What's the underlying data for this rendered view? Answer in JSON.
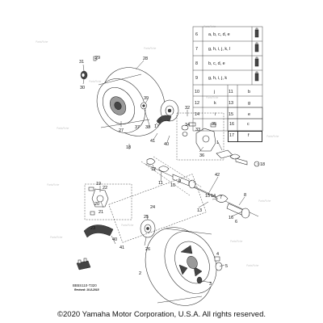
{
  "diagram": {
    "callouts": [
      {
        "id": "c29",
        "label": "29"
      },
      {
        "id": "c31",
        "label": "31"
      },
      {
        "id": "c30",
        "label": "30"
      },
      {
        "id": "c28",
        "label": "28"
      },
      {
        "id": "c27",
        "label": "27"
      },
      {
        "id": "c39",
        "label": "39"
      },
      {
        "id": "c37",
        "label": "37"
      },
      {
        "id": "c38",
        "label": "38"
      },
      {
        "id": "c17",
        "label": "17"
      },
      {
        "id": "c32",
        "label": "32"
      },
      {
        "id": "c34",
        "label": "34"
      },
      {
        "id": "c33",
        "label": "33"
      },
      {
        "id": "c35",
        "label": "35"
      },
      {
        "id": "c41a",
        "label": "41"
      },
      {
        "id": "c40a",
        "label": "40"
      },
      {
        "id": "c36",
        "label": "36"
      },
      {
        "id": "c1",
        "label": "1"
      },
      {
        "id": "c18a",
        "label": "18"
      },
      {
        "id": "c18b",
        "label": "18"
      },
      {
        "id": "c12",
        "label": "12"
      },
      {
        "id": "c11",
        "label": "11"
      },
      {
        "id": "c10",
        "label": "10"
      },
      {
        "id": "c9",
        "label": "9"
      },
      {
        "id": "c42",
        "label": "42"
      },
      {
        "id": "c16",
        "label": "16"
      },
      {
        "id": "c8",
        "label": "8"
      },
      {
        "id": "c19",
        "label": "19"
      },
      {
        "id": "c22",
        "label": "22"
      },
      {
        "id": "c20",
        "label": "20"
      },
      {
        "id": "c21",
        "label": "21"
      },
      {
        "id": "c13",
        "label": "13"
      },
      {
        "id": "c15",
        "label": "15"
      },
      {
        "id": "c14",
        "label": "14"
      },
      {
        "id": "c7",
        "label": "7"
      },
      {
        "id": "c6",
        "label": "6"
      },
      {
        "id": "c24",
        "label": "24"
      },
      {
        "id": "c25",
        "label": "25"
      },
      {
        "id": "c23",
        "label": "23"
      },
      {
        "id": "c40b",
        "label": "40"
      },
      {
        "id": "c41b",
        "label": "41"
      },
      {
        "id": "c26",
        "label": "26"
      },
      {
        "id": "c2",
        "label": "2"
      },
      {
        "id": "c4",
        "label": "4"
      },
      {
        "id": "c5",
        "label": "5"
      },
      {
        "id": "c3",
        "label": "3"
      }
    ],
    "kit_table": [
      {
        "num": "6",
        "parts": "a, b, c, d, e",
        "icon": true
      },
      {
        "num": "7",
        "parts": "g, h, i, j, k, l",
        "icon": true
      },
      {
        "num": "8",
        "parts": "b, c, d, e",
        "icon": true
      },
      {
        "num": "9",
        "parts": "g, h, i, j, k",
        "icon": true
      },
      {
        "num": "10",
        "parts": "j",
        "num2": "11",
        "parts2": "b"
      },
      {
        "num": "12",
        "parts": "k",
        "num2": "13",
        "parts2": "g"
      },
      {
        "num": "14",
        "parts": "i",
        "num2": "15",
        "parts2": "e"
      },
      {
        "num": "",
        "parts": "",
        "num2": "16",
        "parts2": "c"
      },
      {
        "num": "",
        "parts": "",
        "num2": "17",
        "parts2": "f"
      }
    ],
    "diagram_code": "BB5S110-T320",
    "revised": "Revised: 10-8-2018"
  },
  "footer": {
    "copyright": "©2020 Yamaha Motor Corporation, U.S.A. All rights reserved."
  },
  "colors": {
    "line": "#222222",
    "watermark": "#c7c7c7"
  }
}
